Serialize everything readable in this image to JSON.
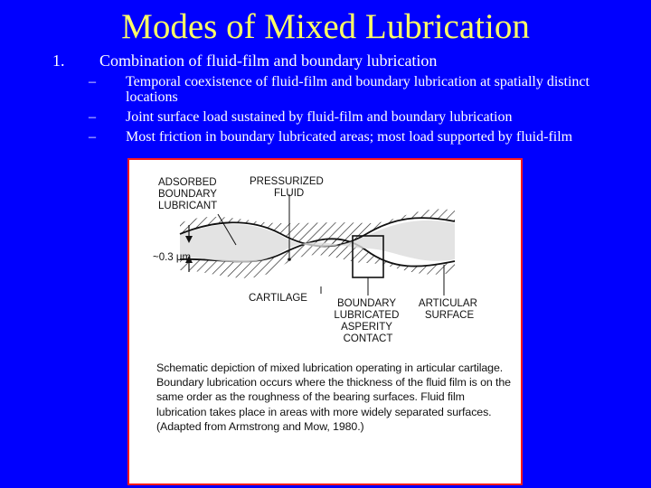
{
  "slide": {
    "title": "Modes of Mixed Lubrication",
    "point": {
      "number": "1.",
      "text": "Combination of fluid-film and boundary lubrication",
      "subpoints": [
        {
          "dash": "–",
          "text": "Temporal coexistence of fluid-film and boundary lubrication at spatially distinct locations"
        },
        {
          "dash": "–",
          "text": "Joint surface load sustained by fluid-film and boundary lubrication"
        },
        {
          "dash": "–",
          "text": "Most friction in boundary lubricated areas; most load supported by fluid-film"
        }
      ]
    }
  },
  "figure": {
    "labels": {
      "adsorbed": [
        "ADSORBED",
        "BOUNDARY",
        "LUBRICANT"
      ],
      "pressurized": [
        "PRESSURIZED",
        "FLUID"
      ],
      "thickness": "~0.3 μm",
      "cartilage": "CARTILAGE",
      "boundary_contact": [
        "BOUNDARY",
        "LUBRICATED",
        "ASPERITY",
        "CONTACT"
      ],
      "articular": [
        "ARTICULAR",
        "SURFACE"
      ]
    },
    "caption": "Schematic depiction of mixed lubrication operating in articular cartilage. Boundary lubrication occurs where the thickness of the fluid film is on the same order as the roughness of the bearing surfaces. Fluid film lubrication takes place in areas with more widely separated surfaces. (Adapted from Armstrong and Mow, 1980.)"
  },
  "colors": {
    "background": "#0000ff",
    "title": "#ffff66",
    "body_text": "#ffffff",
    "figure_border": "#ff1a1a"
  }
}
